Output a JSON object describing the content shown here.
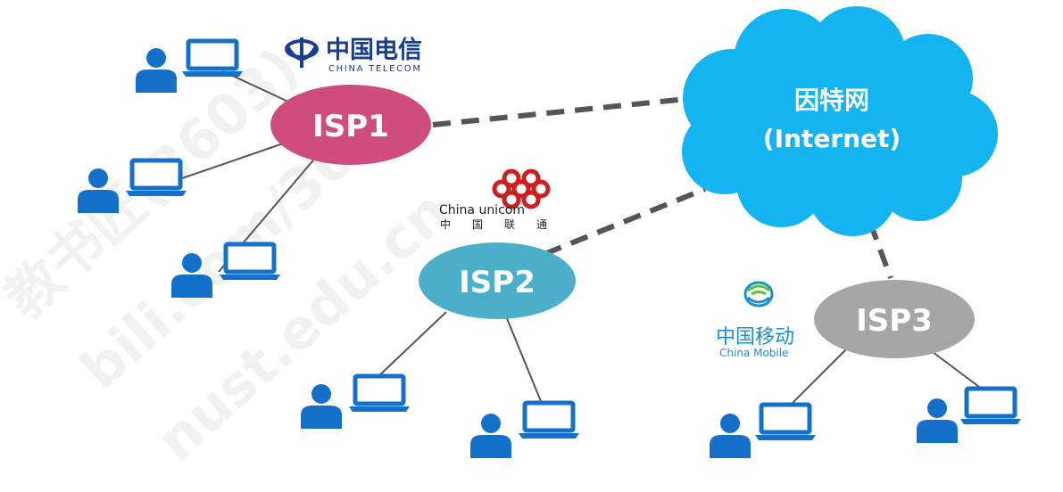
{
  "cloud": {
    "line1": "因特网",
    "line2": "(Internet)"
  },
  "isps": [
    {
      "label": "ISP1",
      "color": "#cf4d7c"
    },
    {
      "label": "ISP2",
      "color": "#4bafc9"
    },
    {
      "label": "ISP3",
      "color": "#a6a6a6"
    }
  ],
  "logos": {
    "telecom": {
      "cn": "中国电信",
      "en": "CHINA TELECOM",
      "color": "#1a3f8f"
    },
    "unicom": {
      "cn": "中国联通",
      "en": "China unicom",
      "color": "#cc1f1f"
    },
    "mobile": {
      "cn": "中国移动",
      "en": "China Mobile",
      "color": "#1a8fd1"
    }
  },
  "watermark": {
    "line1": "教书匠(3603)",
    "line2": "bili.com/3603",
    "line3": "nust.edu.cn"
  },
  "colors": {
    "cloud": "#14b4f0",
    "user": "#1570c9",
    "link": "#555555"
  }
}
